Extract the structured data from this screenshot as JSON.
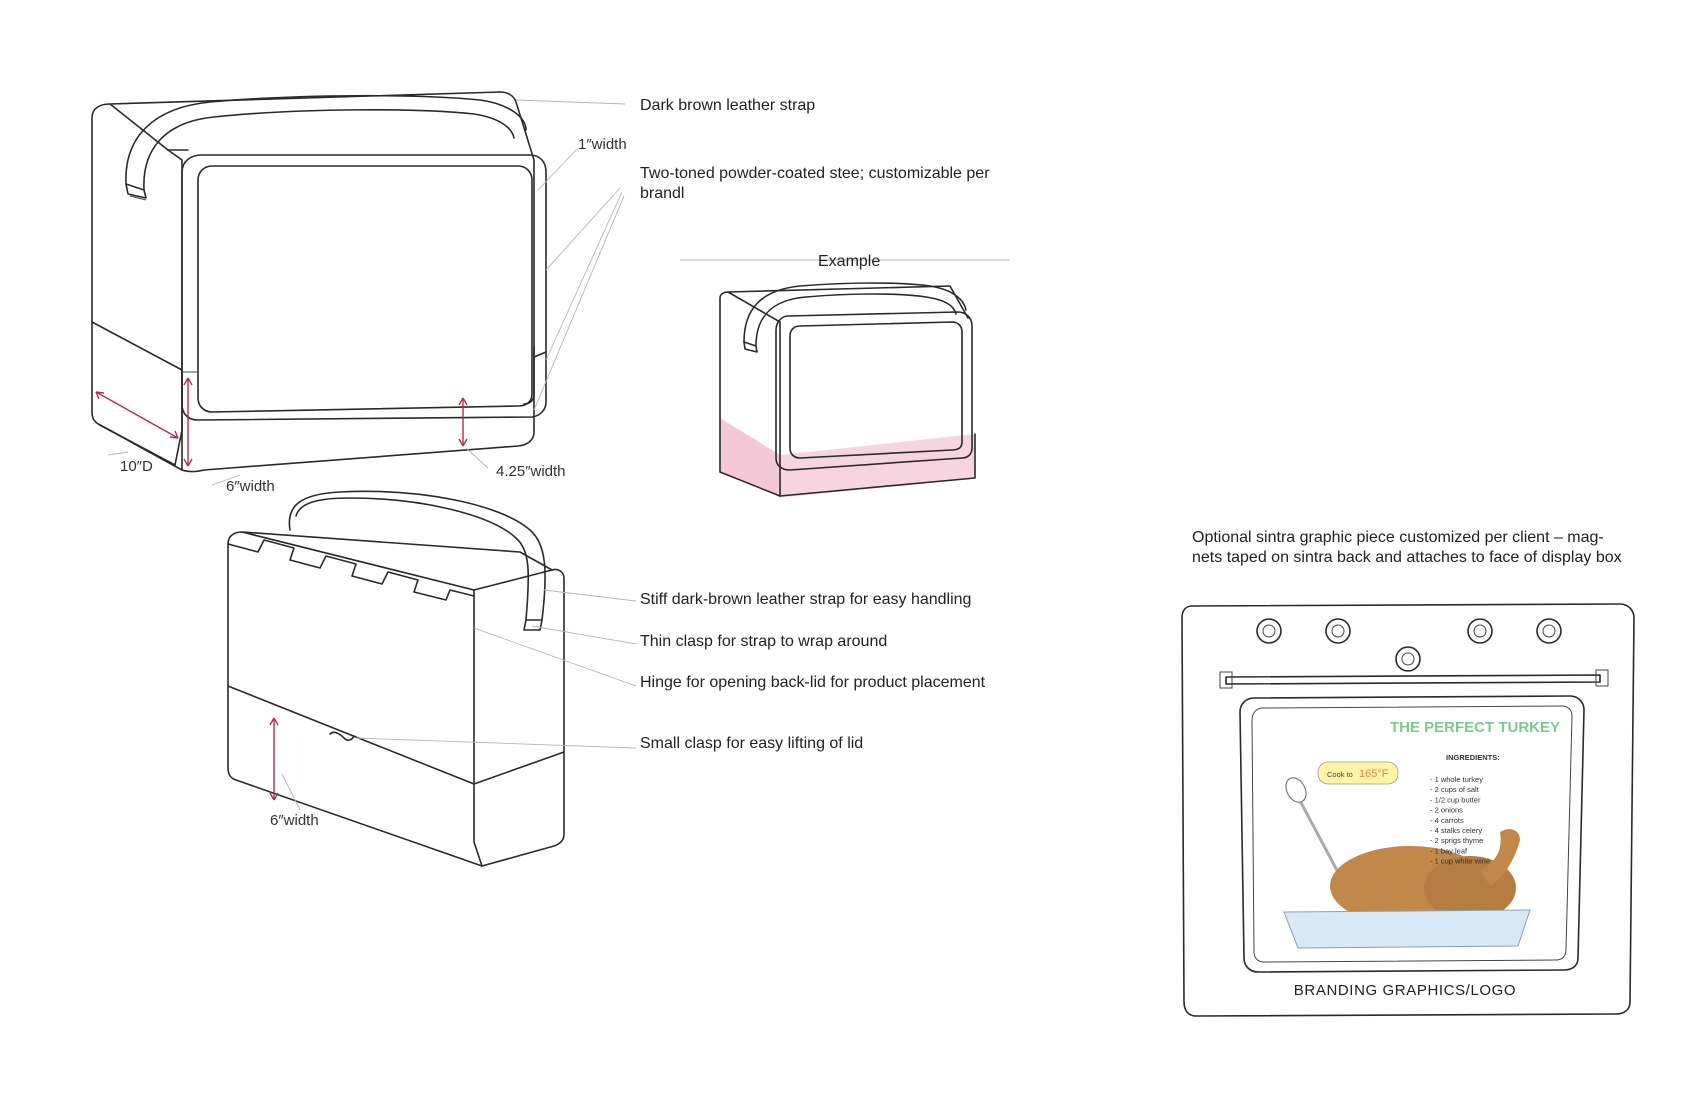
{
  "callouts": {
    "strap": "Dark brown leather strap",
    "strap_width": "1″width",
    "steel_line1": "Two-toned powder-coated stee; customizable per",
    "steel_line2": "brandl",
    "example": "Example",
    "stiff_strap": "Stiff dark-brown leather strap for easy handling",
    "thin_clasp": "Thin clasp for strap to wrap around",
    "hinge": "Hinge for opening back-lid for product placement",
    "small_clasp": "Small clasp for easy lifting of lid",
    "sintra_line1": "Optional sintra graphic piece customized per client – mag-",
    "sintra_line2": "nets taped on sintra back and attaches to face of display box"
  },
  "dimensions": {
    "depth": "10″D",
    "front_height": "6″width",
    "window_height": "4.25″width",
    "back_height": "6″width"
  },
  "oven_graphic": {
    "title": "THE PERFECT TURKEY",
    "ingredients_heading": "INGREDIENTS:",
    "ingredients": [
      "- 1 whole turkey",
      "- 2 cups of salt",
      "- 1/2 cup butter",
      "- 2 onions",
      "- 4 carrots",
      "- 4 stalks celery",
      "- 2 sprigs thyme",
      "- 1 bay leaf",
      "- 1 cup white wine"
    ],
    "cook_prefix": "Cook to",
    "cook_temp": "165°F",
    "branding": "BRANDING GRAPHICS/LOGO"
  },
  "colors": {
    "accent_pink": "#f3c9d8",
    "dimension_red": "#b0304a",
    "turkey_title_green": "#7dc98d",
    "turkey_brown": "#c1884a",
    "tray_blue": "#d8e8f4",
    "thermometer_bubble": "#fff3a8",
    "temp_orange": "#e6884a"
  }
}
